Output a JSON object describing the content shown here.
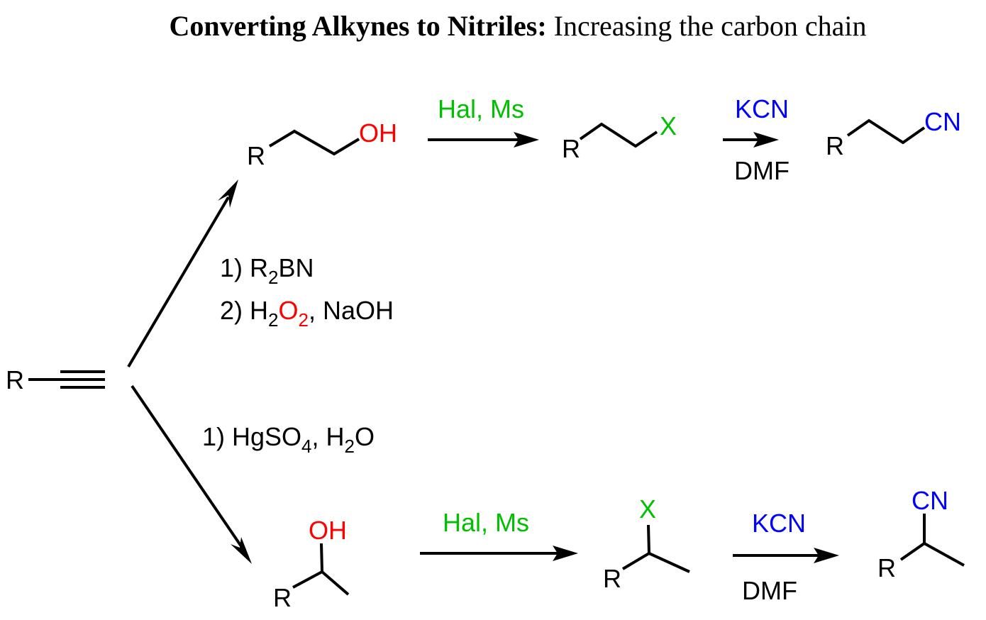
{
  "title": {
    "bold": "Converting Alkynes to Nitriles:",
    "normal": " Increasing the carbon chain"
  },
  "colors": {
    "black": "#000000",
    "oxygen_red": "#ff0000",
    "halogen_green": "#00c000",
    "cyanide_blue": "#0000ff"
  },
  "start": {
    "r": "R"
  },
  "upper_branch": {
    "reagents": {
      "step1_prefix": "1) R",
      "step1_sub": "2",
      "step1_suffix": "BN",
      "step2_prefix": "2) H",
      "step2_sub1": "2",
      "step2_o": "O",
      "step2_sub2": "2",
      "step2_suffix": ", NaOH"
    },
    "alcohol": {
      "r": "R",
      "oh": "OH"
    },
    "step2_reagent": "Hal, Ms",
    "halide": {
      "r": "R",
      "x": "X"
    },
    "step3_reagent_top": "KCN",
    "step3_reagent_bottom": "DMF",
    "nitrile": {
      "r": "R",
      "cn": "CN"
    }
  },
  "lower_branch": {
    "reagents": {
      "step1_prefix": "1) HgSO",
      "step1_sub1": "4",
      "step1_mid": ", H",
      "step1_sub2": "2",
      "step1_suffix": "O"
    },
    "alcohol": {
      "r": "R",
      "oh": "OH"
    },
    "step2_reagent": "Hal, Ms",
    "halide": {
      "r": "R",
      "x": "X"
    },
    "step3_reagent_top": "KCN",
    "step3_reagent_bottom": "DMF",
    "nitrile": {
      "r": "R",
      "cn": "CN"
    }
  }
}
